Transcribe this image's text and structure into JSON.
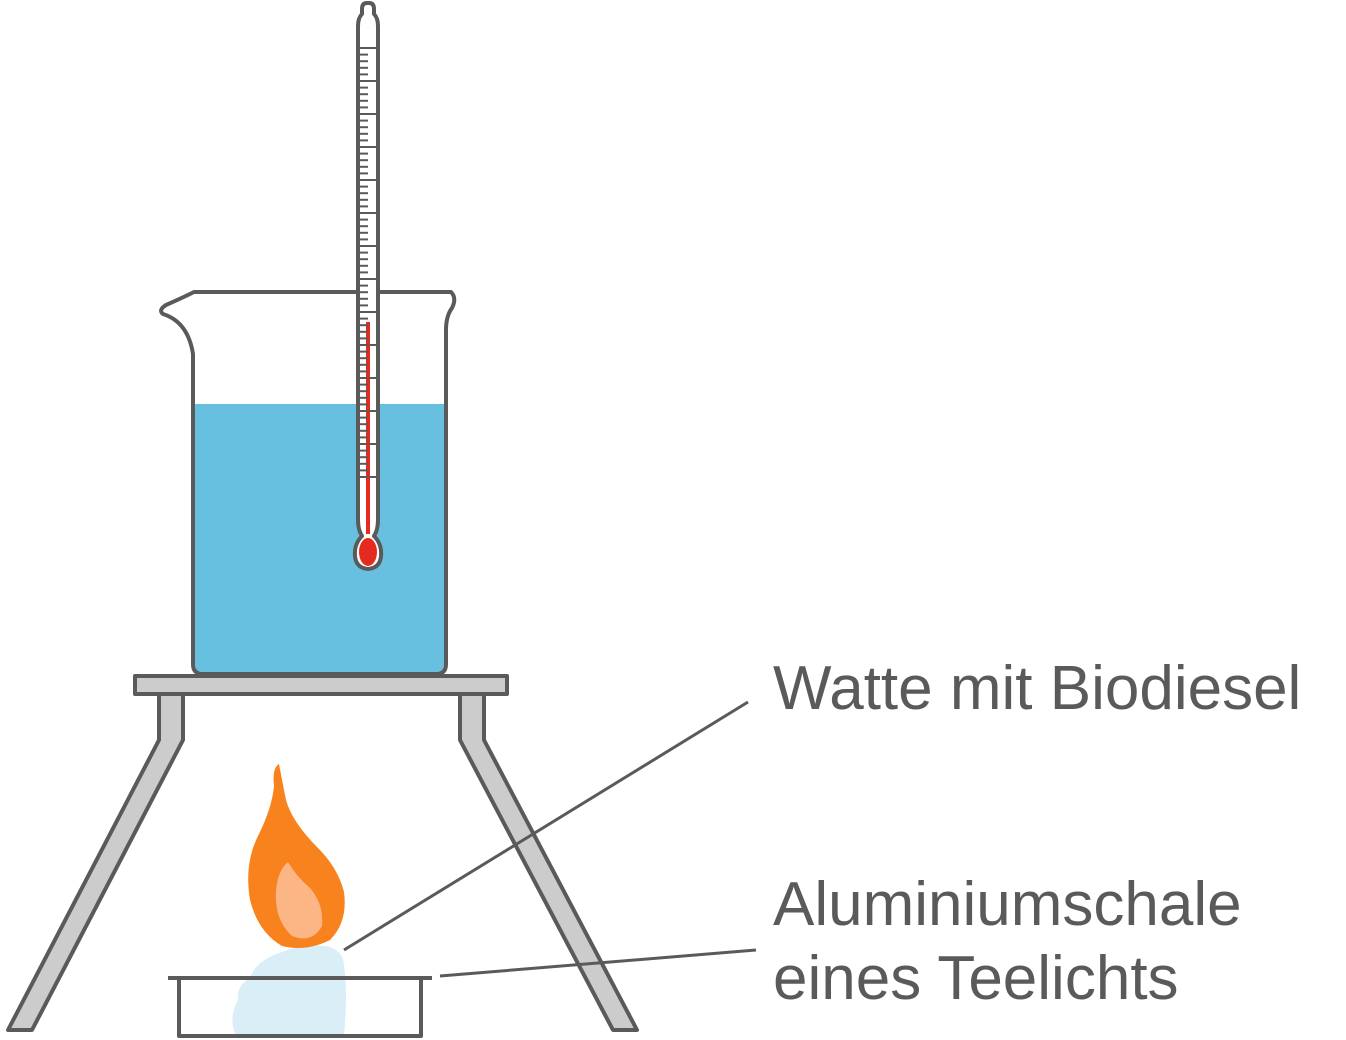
{
  "labels": {
    "watte": "Watte mit Biodiesel",
    "schale_line1": "Aluminiumschale",
    "schale_line2": "eines Teelichts"
  },
  "colors": {
    "outline": "#5a5a5a",
    "water": "#67c0df",
    "metal": "#cccccc",
    "flame_outer": "#f8821d",
    "flame_inner": "#fcb585",
    "cotton": "#daeef8",
    "thermo_liquid": "#e52b20",
    "text": "#5a5a5a"
  }
}
